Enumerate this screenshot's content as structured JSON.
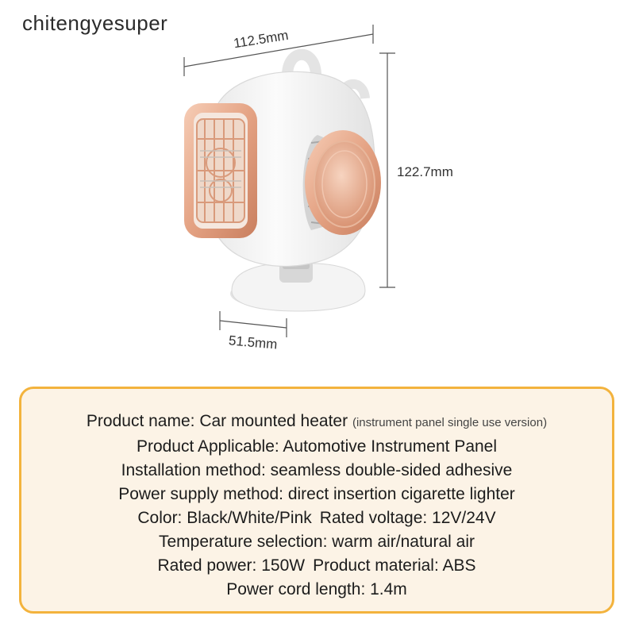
{
  "watermark": "chitengyesuper",
  "dimensions": {
    "width": "112.5mm",
    "height": "122.7mm",
    "depth": "51.5mm"
  },
  "colors": {
    "accent_border": "#f3b33d",
    "box_fill": "#fcf3e6",
    "rose_gold": "#e6a98a"
  },
  "specs": {
    "line1_main": "Product name: Car mounted heater",
    "line1_note": "(instrument panel single use version)",
    "line2": "Product Applicable: Automotive Instrument Panel",
    "line3": "Installation method: seamless double-sided adhesive",
    "line4": "Power supply method: direct insertion cigarette lighter",
    "line5a": "Color: Black/White/Pink",
    "line5b": "Rated voltage: 12V/24V",
    "line6": "Temperature selection: warm air/natural air",
    "line7a": "Rated power: 150W",
    "line7b": "Product material: ABS",
    "line8": "Power cord length: 1.4m"
  }
}
